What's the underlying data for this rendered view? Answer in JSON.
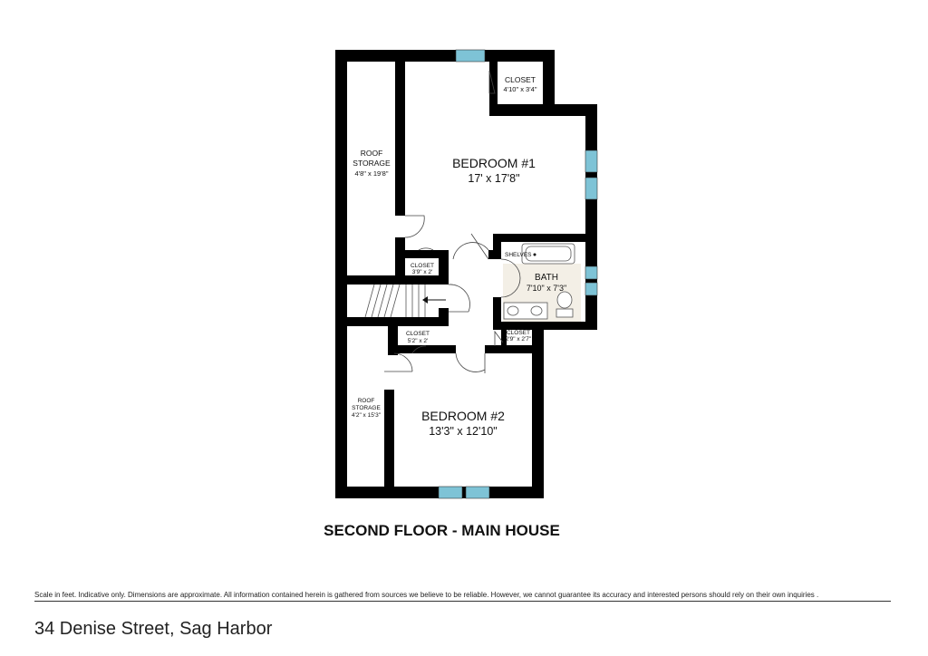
{
  "plan": {
    "title": "SECOND FLOOR - MAIN HOUSE",
    "rooms": {
      "bedroom1": {
        "name": "BEDROOM #1",
        "dims": "17' x 17'8\""
      },
      "bedroom2": {
        "name": "BEDROOM #2",
        "dims": "13'3\" x 12'10\""
      },
      "bath": {
        "name": "BATH",
        "dims": "7'10\" x 7'3\""
      },
      "closet_top": {
        "name": "CLOSET",
        "dims": "4'10\" x 3'4\""
      },
      "closet_mid": {
        "name": "CLOSET",
        "dims": "3'9\" x 2'"
      },
      "closet_lower": {
        "name": "CLOSET",
        "dims": "5'2\" x 2'"
      },
      "closet_right": {
        "name": "CLOSET",
        "dims": "2'9\" x 2'7\""
      },
      "roof_storage_top": {
        "name_line1": "ROOF",
        "name_line2": "STORAGE",
        "dims": "4'8\" x 19'8\""
      },
      "roof_storage_bottom": {
        "name_line1": "ROOF",
        "name_line2": "STORAGE",
        "dims": "4'2\" x 15'3\""
      }
    },
    "fixtures": {
      "shelves_label": "SHELVES"
    },
    "colors": {
      "wall": "#000000",
      "window": "#7ec3d6",
      "bath_floor": "#f3efe6"
    }
  },
  "footer": {
    "disclaimer": "Scale in feet. Indicative only. Dimensions are approximate. All information contained herein is gathered from sources we believe to be reliable. However, we cannot guarantee its accuracy and interested persons should rely on their own inquiries .",
    "address": "34 Denise Street, Sag Harbor"
  }
}
